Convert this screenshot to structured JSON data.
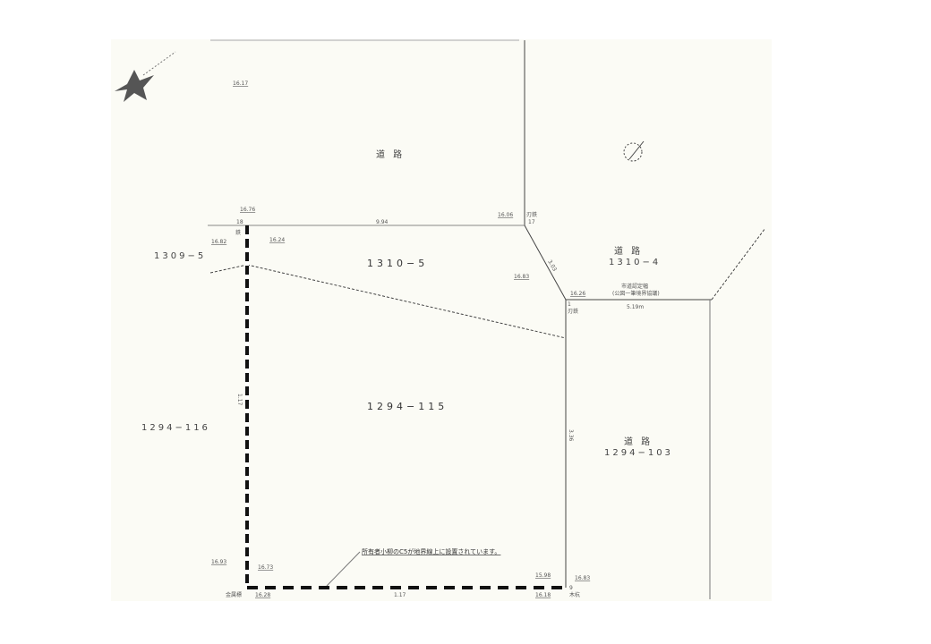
{
  "parcels": {
    "road_top": "道 路",
    "p1310_5": "1310−5",
    "p1309_5": "1309−5",
    "p1294_115": "1294−115",
    "p1294_116": "1294−116",
    "road_right_top_name": "道 路",
    "road_right_top_no": "1310−4",
    "road_right_name": "道 路",
    "road_right_no": "1294−103"
  },
  "distances": {
    "top": "9.94",
    "diagonal": "3.03",
    "road_width": "5.19m",
    "left": "1.17",
    "bottom": "1.17",
    "right": "3.36"
  },
  "elevations": [
    "16.17",
    "16.76",
    "16.82",
    "16.24",
    "16.06",
    "16.83",
    "16.26",
    "16.93",
    "16.73",
    "15.98",
    "16.83",
    "16.28",
    "16.18"
  ],
  "markers": {
    "p18": "18",
    "p18_type": "鉄",
    "p17": "17",
    "p17_type": "刃鉄",
    "p1": "1",
    "p1_type": "刃鉄",
    "p_bl": "金属標",
    "p_br": "木杭",
    "p9": "9"
  },
  "notes": {
    "boundary_note": "所有者小柳のC5が地界線上に設置されています。",
    "road_note_1": "市道認定幅",
    "road_note_2": "(公図一筆境界協議)"
  },
  "colors": {
    "paper": "#fbfbf5",
    "line": "#333333",
    "dashed": "#111111"
  }
}
